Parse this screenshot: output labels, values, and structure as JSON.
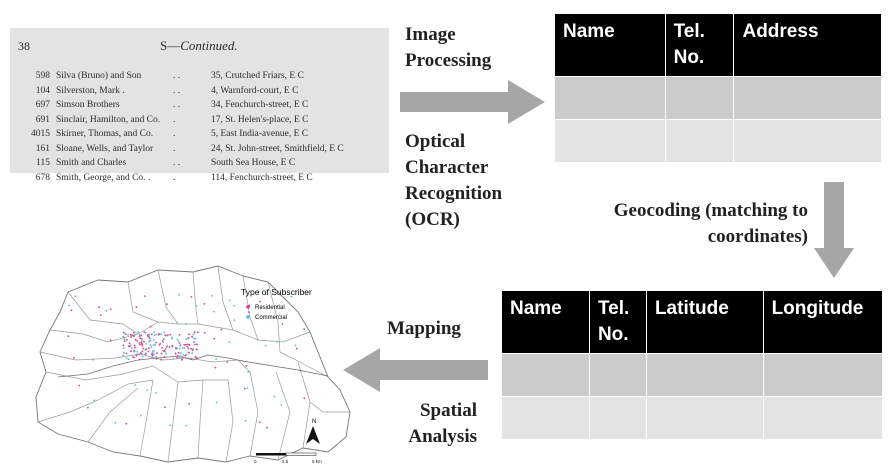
{
  "scan": {
    "page_number": "38",
    "heading_letter": "S",
    "heading_dash": "—",
    "heading_continued": "Continued.",
    "rows": [
      {
        "num": "598",
        "name": "Silva (Bruno) and Son",
        "dots": ". .",
        "address": "35, Crutched Friars, E C"
      },
      {
        "num": "104",
        "name": "Silverston, Mark .",
        "dots": ". .",
        "address": "4, Warnford-court, E C"
      },
      {
        "num": "697",
        "name": "Simson Brothers",
        "dots": ". .",
        "address": "34, Fenchurch-street, E C"
      },
      {
        "num": "691",
        "name": "Sinclair, Hamilton, and Co.",
        "dots": ".",
        "address": "17, St. Helen's-place, E C"
      },
      {
        "num": "4015",
        "name": "Skirner, Thomas, and Co.",
        "dots": ".",
        "address": "5, East India-avenue, E C"
      },
      {
        "num": "161",
        "name": "Sloane, Wells, and Taylor",
        "dots": ".",
        "address": "24, St. John-street, Smithfield, E C"
      },
      {
        "num": "115",
        "name": "Smith and Charles",
        "dots": ". .",
        "address": "South Sea House, E C"
      },
      {
        "num": "678",
        "name": "Smith, George, and Co. .",
        "dots": ".",
        "address": "114, Fenchurch-street, E C"
      }
    ]
  },
  "steps": {
    "image_processing": [
      "Image",
      "Processing"
    ],
    "ocr": [
      "Optical",
      "Character",
      "Recognition",
      "(OCR)"
    ],
    "geocoding": [
      "Geocoding (matching to",
      "coordinates)"
    ],
    "mapping": "Mapping",
    "spatial_analysis": [
      "Spatial",
      "Analysis"
    ]
  },
  "table_top": {
    "headers": [
      "Name",
      "Tel. No.",
      "Address"
    ]
  },
  "table_bottom": {
    "headers": [
      "Name",
      "Tel. No.",
      "Latitude",
      "Longitude"
    ]
  },
  "map": {
    "legend_title": "Type of Subscriber",
    "legend_items": [
      {
        "label": "Residential",
        "color": "#d6408f"
      },
      {
        "label": "Commercial",
        "color": "#5fb8d8"
      }
    ],
    "north_label": "N",
    "scale_labels": [
      "0",
      "2.5",
      "5 km"
    ]
  },
  "colors": {
    "arrow": "#a6a6a6",
    "header_bg": "#000000",
    "row_dark": "#cbcbcb",
    "row_light": "#e3e3e3"
  }
}
